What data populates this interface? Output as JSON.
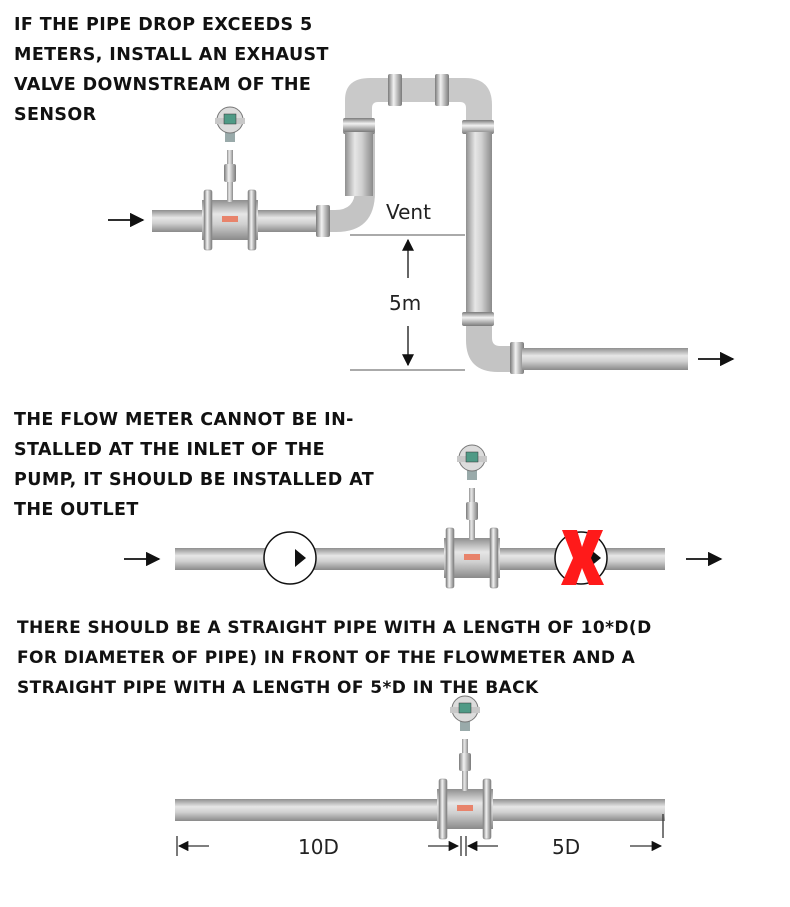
{
  "notes": {
    "exhaust": {
      "line1": "IF THE PIPE DROP EXCEEDS 5",
      "line2": "METERS, INSTALL AN EXHAUST",
      "line3": "VALVE DOWNSTREAM OF THE",
      "line4": "SENSOR"
    },
    "pump": {
      "line1": "THE FLOW METER CANNOT BE IN-",
      "line2": "STALLED AT THE INLET OF THE",
      "line3": "PUMP, IT SHOULD BE INSTALLED AT",
      "line4": "THE OUTLET"
    },
    "straight": {
      "line1": "THERE SHOULD BE A STRAIGHT PIPE WITH A LENGTH OF 10*D(D",
      "line2": "FOR DIAMETER OF PIPE) IN FRONT OF THE FLOWMETER AND A",
      "line3": "STRAIGHT PIPE WITH A LENGTH OF 5*D IN THE BACK"
    }
  },
  "labels": {
    "vent": "Vent",
    "drop": "5m",
    "upstream": "10D",
    "downstream": "5D"
  },
  "colors": {
    "pipe_light": "#e6e6e6",
    "pipe_dark": "#8f8f8f",
    "cross": "#ff1a1a",
    "meter_screen": "#4f9a86"
  }
}
